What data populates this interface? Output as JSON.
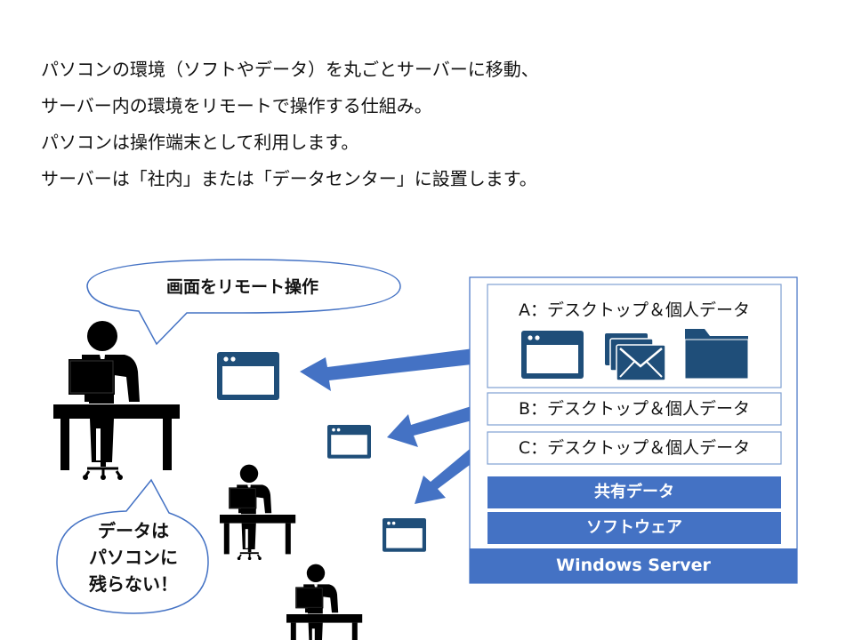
{
  "intro": {
    "lines": [
      "パソコンの環境（ソフトやデータ）を丸ごとサーバーに移動、",
      "サーバー内の環境をリモートで操作する仕組み。",
      "パソコンは操作端末として利用します。",
      "サーバーは「社内」または「データセンター」に設置します。"
    ]
  },
  "bubbles": {
    "top": "画面をリモート操作",
    "bottom": [
      "データは",
      "パソコンに",
      "残らない！"
    ]
  },
  "server": {
    "desktops": [
      "A：デスクトップ＆個人データ",
      "B：デスクトップ＆個人データ",
      "C：デスクトップ＆個人データ"
    ],
    "shared_data": "共有データ",
    "software": "ソフトウェア",
    "os": "Windows Server"
  },
  "colors": {
    "navy": "#1f4e79",
    "blue": "#4472c4",
    "outline": "#7f9fd1"
  },
  "icons": [
    "window-icon",
    "mail-icon",
    "folder-icon",
    "user-at-desk-icon"
  ]
}
